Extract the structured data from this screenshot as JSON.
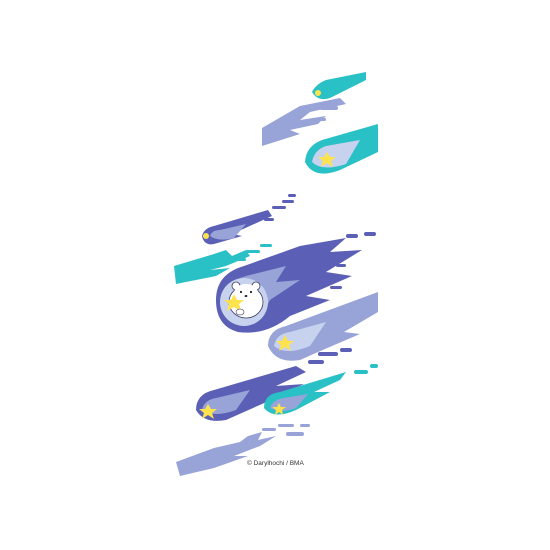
{
  "artwork": {
    "motif": "shooting-stars",
    "character": "white-bear-hugging-star",
    "colors": {
      "teal": "#29c0c6",
      "indigo": "#5b5fb5",
      "periwinkle": "#98a4d8",
      "pale": "#c7d3ee",
      "star": "#ffe34d",
      "bear": "#ffffff"
    }
  },
  "credit": {
    "copyright": "© Darylhochi / BMA"
  }
}
